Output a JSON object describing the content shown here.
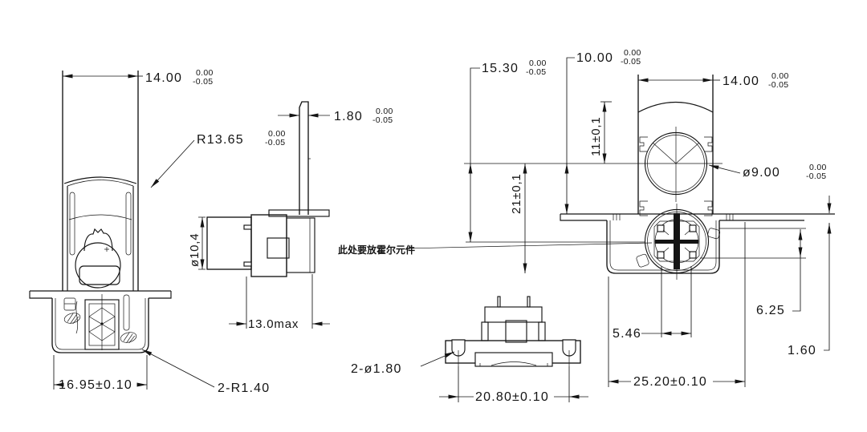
{
  "annotation": {
    "hall_placement_note": "此处要放霍尔元件"
  },
  "dims": {
    "front_width": {
      "v": "14.00",
      "tu": "0.00",
      "tl": "-0.05"
    },
    "front_dome_radius": {
      "v": "R13.65",
      "tu": "0.00",
      "tl": "-0.05"
    },
    "front_base_width": {
      "v": "16.95±0.10"
    },
    "front_corner_radius": {
      "v": "2-R1.40"
    },
    "side_blade_thickness": {
      "v": "1.80",
      "tu": "0.00",
      "tl": "-0.05"
    },
    "side_barrel_diameter": {
      "v": "ø10,4"
    },
    "side_depth_max": {
      "v": "13.0max"
    },
    "rear_center_offset": {
      "v": "15.30",
      "tu": "0.00",
      "tl": "-0.05"
    },
    "rear_flange_to_center": {
      "v": "10.00",
      "tu": "0.00",
      "tl": "-0.05"
    },
    "rear_width": {
      "v": "14.00",
      "tu": "0.00",
      "tl": "-0.05"
    },
    "rear_dome_to_center": {
      "v": "11±0,1"
    },
    "rear_overall_height": {
      "v": "21±0,1"
    },
    "rear_hole_diameter": {
      "v": "ø9.00",
      "tu": "0.00",
      "tl": "-0.05"
    },
    "rear_slot_width": {
      "v": "5.46"
    },
    "rear_step_height": {
      "v": "6.25"
    },
    "rear_flange_thickness": {
      "v": "1.60"
    },
    "rear_base_width": {
      "v": "25.20±0.10"
    },
    "bottom_hole_callout": {
      "v": "2-ø1.80"
    },
    "bottom_hole_span": {
      "v": "20.80±0.10"
    }
  }
}
